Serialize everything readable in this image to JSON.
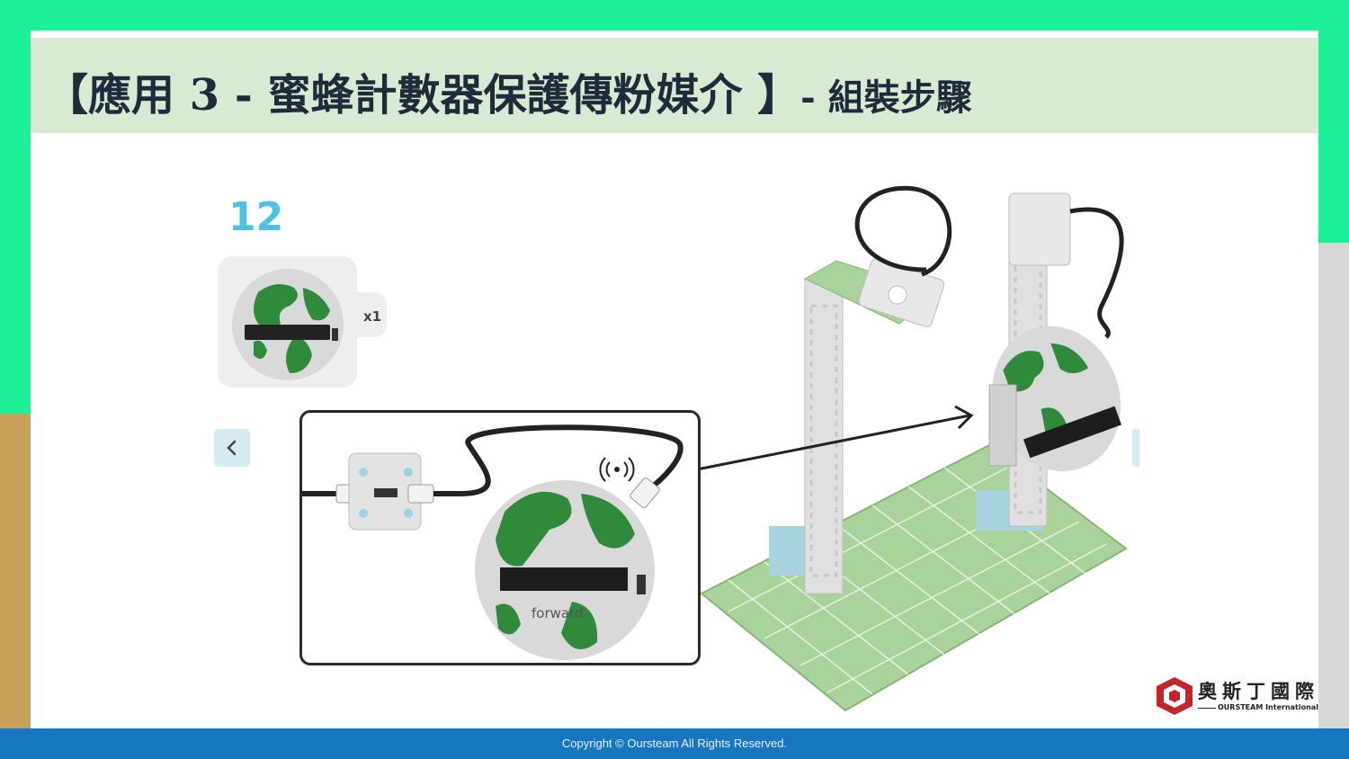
{
  "header": {
    "title": "【應用 3 - 蜜蜂計數器保護傳粉媒介 】",
    "subtitle": "- 組裝步驟"
  },
  "step": {
    "number": "12",
    "part_quantity": "x1"
  },
  "icons": {
    "prev": "chevron-left-icon",
    "inset_signal": "wireless-signal-icon"
  },
  "inset_labels": {
    "board_brand": "forward"
  },
  "brand": {
    "name_cn": "奧斯丁國際",
    "name_en": "OURSTEAM International"
  },
  "footer": {
    "copyright": "Copyright © Oursteam All Rights Reserved."
  },
  "colors": {
    "background_green": "#1ef09a",
    "title_bar": "#d9ead3",
    "footer_blue": "#1776c0",
    "step_number": "#4fc0e3",
    "board_green": "#2f8a3c",
    "baseplate_green": "#a9d39a",
    "logo_red": "#c0272d"
  }
}
